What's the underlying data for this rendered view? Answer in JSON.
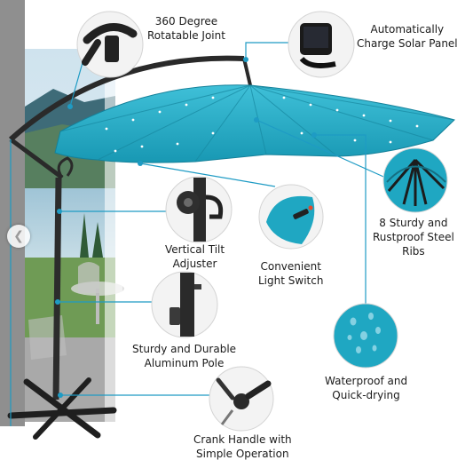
{
  "callouts": {
    "rotatable_joint": {
      "line1": "360 Degree",
      "line2": "Rotatable Joint"
    },
    "solar_panel": {
      "line1": "Automatically",
      "line2": "Charge Solar Panel"
    },
    "steel_ribs": {
      "line1": "8 Sturdy and",
      "line2": "Rustproof Steel",
      "line3": "Ribs"
    },
    "light_switch": {
      "line1": "Convenient",
      "line2": "Light Switch"
    },
    "tilt_adjuster": {
      "line1": "Vertical Tilt",
      "line2": "Adjuster"
    },
    "aluminum_pole": {
      "line1": "Sturdy and Durable",
      "line2": "Aluminum Pole"
    },
    "waterproof": {
      "line1": "Waterproof and",
      "line2": "Quick-drying"
    },
    "crank_handle": {
      "line1": "Crank Handle with",
      "line2": "Simple Operation"
    }
  },
  "icons": {
    "prev": "chevron-left-icon"
  },
  "colors": {
    "canopy": "#1fa7c2",
    "callout_line": "#1e9bc4",
    "frame": "#2a2a2a",
    "pole": "#2c2c2c"
  }
}
